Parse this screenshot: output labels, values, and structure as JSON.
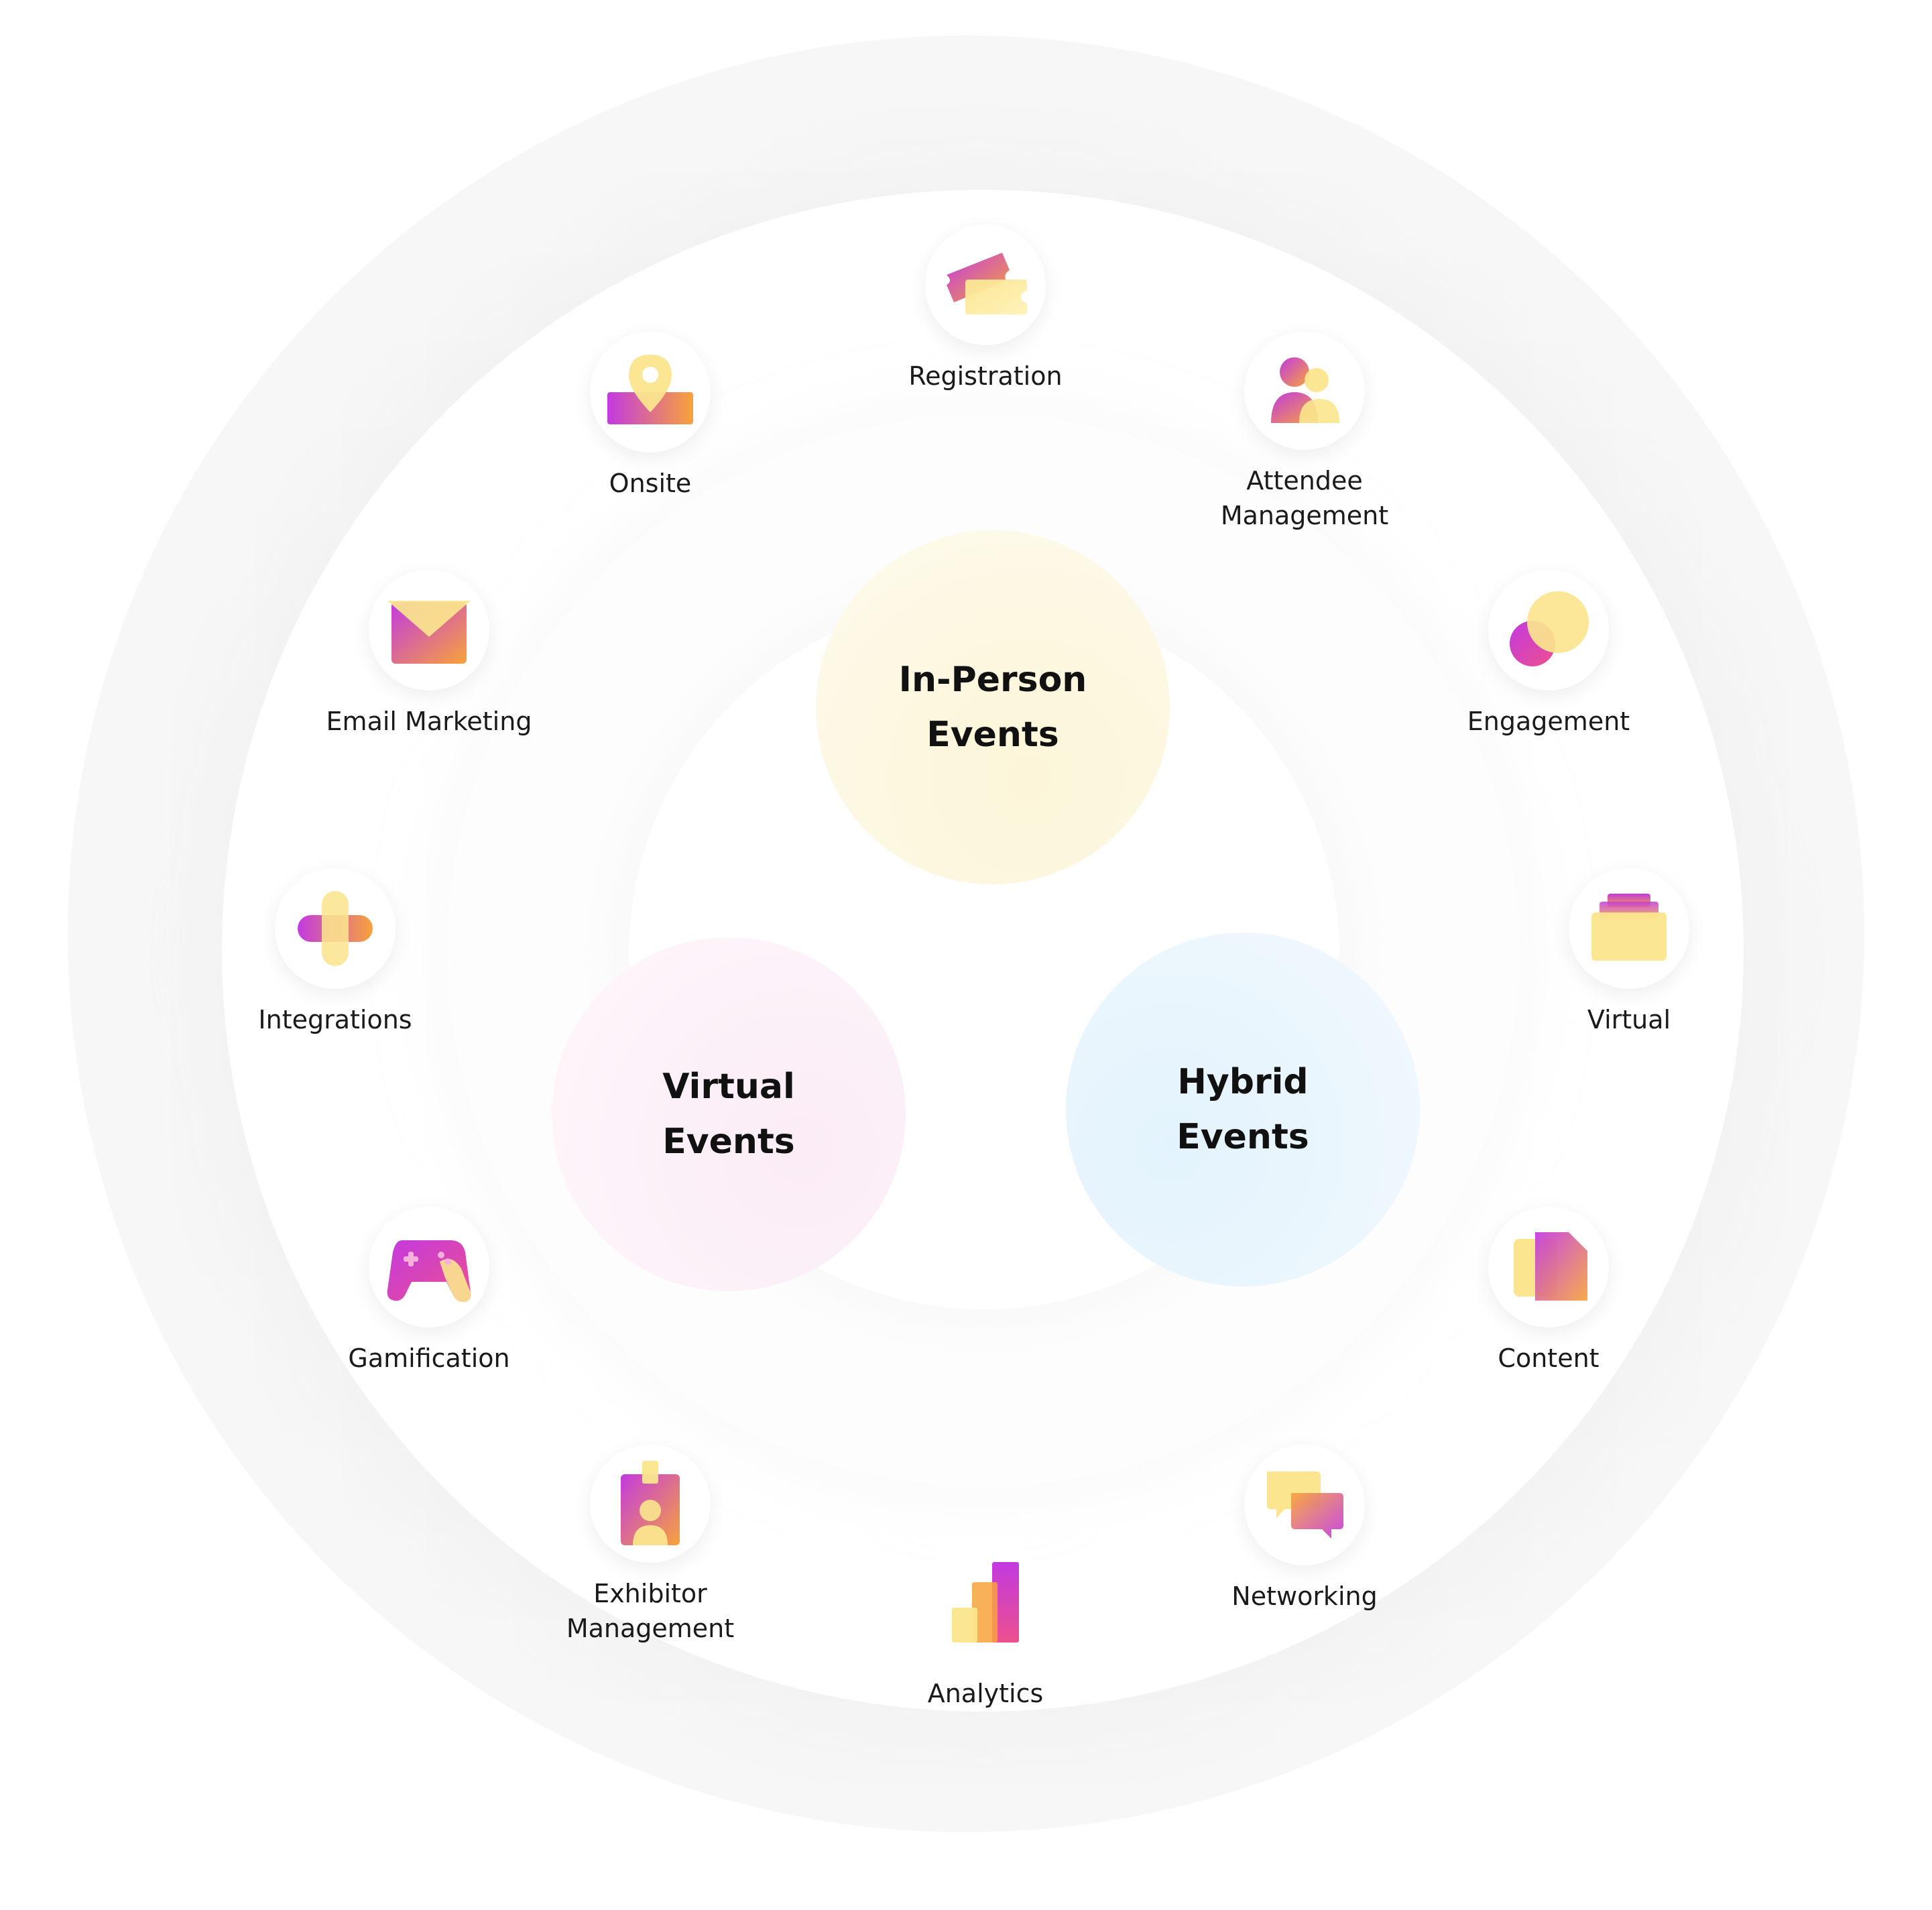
{
  "center_nodes": [
    {
      "id": "inperson",
      "label": "In-Person\nEvents",
      "color": "#fcf5d9"
    },
    {
      "id": "virtual",
      "label": "Virtual\nEvents",
      "color": "#fbecf6"
    },
    {
      "id": "hybrid",
      "label": "Hybrid\nEvents",
      "color": "#e3f3fd"
    }
  ],
  "features": [
    {
      "label": "Registration",
      "icon": "ticket-icon"
    },
    {
      "label": "Attendee\nManagement",
      "icon": "attendee-icon"
    },
    {
      "label": "Engagement",
      "icon": "engagement-icon"
    },
    {
      "label": "Virtual",
      "icon": "virtual-stack-icon"
    },
    {
      "label": "Content",
      "icon": "content-icon"
    },
    {
      "label": "Networking",
      "icon": "chat-bubbles-icon"
    },
    {
      "label": "Analytics",
      "icon": "bar-chart-icon"
    },
    {
      "label": "Exhibitor\nManagement",
      "icon": "badge-icon"
    },
    {
      "label": "Gamification",
      "icon": "gamepad-icon"
    },
    {
      "label": "Integrations",
      "icon": "plus-icon"
    },
    {
      "label": "Email Marketing",
      "icon": "envelope-icon"
    },
    {
      "label": "Onsite",
      "icon": "location-pin-icon"
    }
  ],
  "colors": {
    "magenta": "#c23ae0",
    "pink": "#ee4f8e",
    "orange": "#f7a33c",
    "yellow": "#fbe58e"
  }
}
